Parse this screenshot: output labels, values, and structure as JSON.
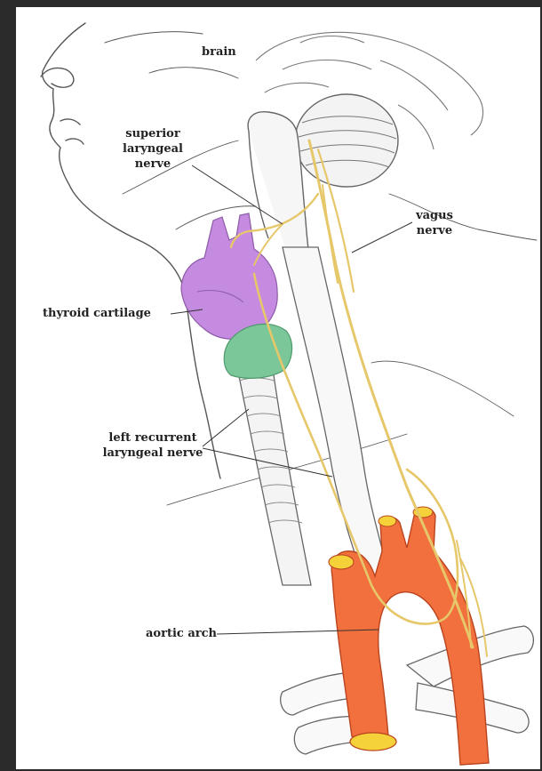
{
  "labels": {
    "brain": "brain",
    "superior_laryngeal_nerve": [
      "superior",
      "laryngeal",
      "nerve"
    ],
    "vagus_nerve": [
      "vagus",
      "nerve"
    ],
    "thyroid_cartilage": "thyroid cartilage",
    "left_recurrent_laryngeal_nerve": [
      "left recurrent",
      "laryngeal nerve"
    ],
    "aortic_arch": "aortic arch"
  },
  "colors": {
    "frame": "#2b2b2b",
    "background": "#ffffff",
    "outline": "#555555",
    "nerve": "#e6c76a",
    "thyroid_cartilage": "#c58be0",
    "cricoid": "#7cc79a",
    "aorta": "#f2703d",
    "aorta_lumen": "#f5d23a",
    "label_text": "#222222"
  }
}
